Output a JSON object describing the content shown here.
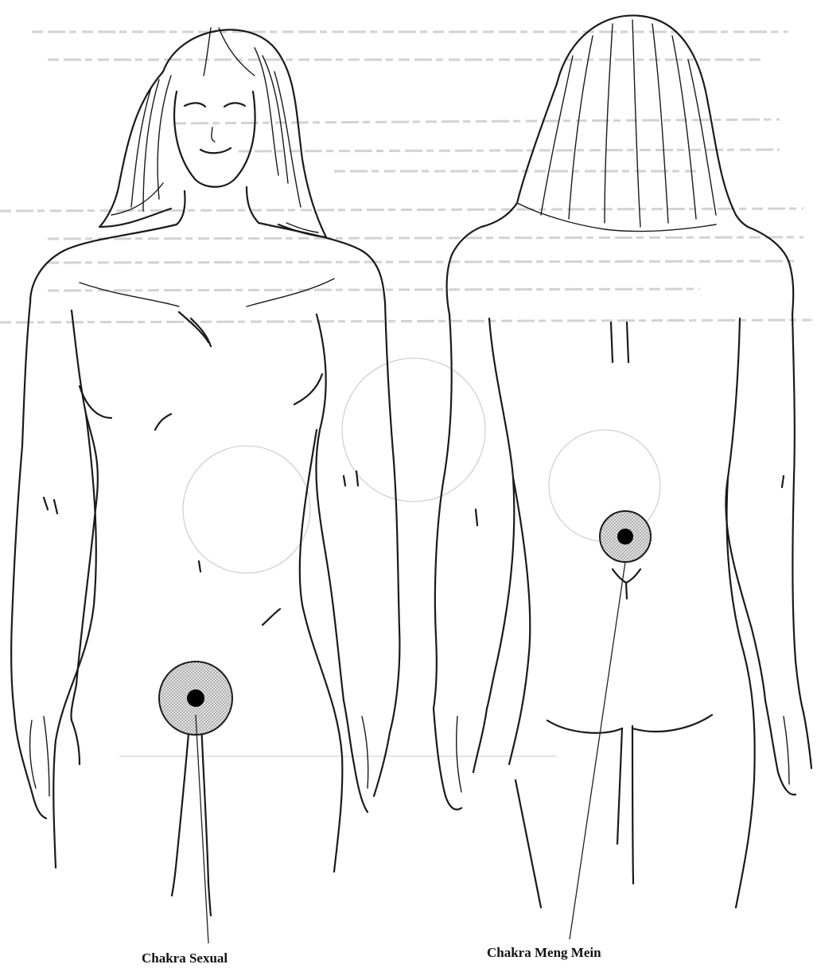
{
  "figure": {
    "left_figure": {
      "view": "front",
      "marker_label": "Chakra Sexual",
      "marker_icon": "chakra-circle-icon"
    },
    "right_figure": {
      "view": "back",
      "marker_label": "Chakra Meng Mein",
      "marker_icon": "chakra-circle-icon"
    },
    "colors": {
      "ink": "#1a1a1a",
      "chakra_fill": "#c8c8c8",
      "chakra_core": "#000000",
      "bleed_through": "#d2d2d2"
    }
  }
}
